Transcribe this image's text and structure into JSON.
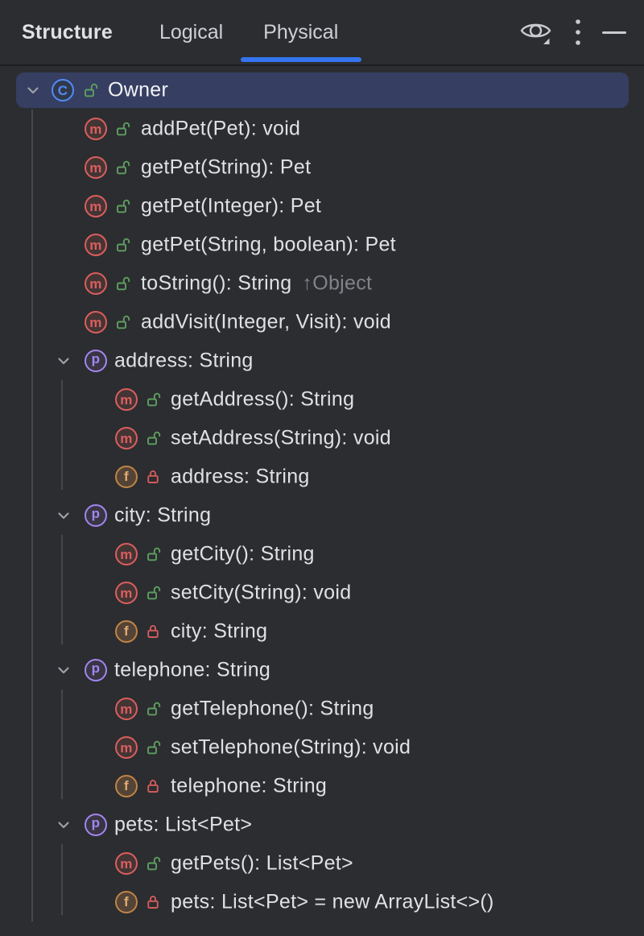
{
  "header": {
    "title": "Structure",
    "tabs": [
      {
        "label": "Logical",
        "active": false
      },
      {
        "label": "Physical",
        "active": true
      }
    ],
    "actions": [
      {
        "icon": "eye-preview"
      },
      {
        "icon": "more-vertical"
      },
      {
        "icon": "hide-minimize"
      }
    ]
  },
  "colors": {
    "background": "#2B2D30",
    "separator": "#1D1E20",
    "selection": "#363F62",
    "accent": "#3574F0",
    "text_primary": "#DFE1E5",
    "text_secondary": "#CED0D6",
    "text_muted": "#808389",
    "guide": "#46484C",
    "chevron": "#9DA0A8",
    "icon_stroke": "#C9CBD1",
    "class_icon": "#548AF7",
    "class_icon_bg": "#30394B",
    "method_icon": "#DB5E5E",
    "method_icon_bg": "#443535",
    "property_icon": "#A485F0",
    "property_icon_bg": "#373642",
    "field_icon": "#C08445",
    "field_icon_bg": "#534437",
    "field_letter": "#E2AC74",
    "public_lock": "#5F9E60",
    "private_lock": "#D35B5B"
  },
  "tree": {
    "rows": [
      {
        "kind": "class",
        "level": 0,
        "expandable": true,
        "selected": true,
        "icon": "C",
        "lock": "public",
        "label": "Owner"
      },
      {
        "kind": "method",
        "level": 1,
        "expandable": false,
        "selected": false,
        "icon": "m",
        "lock": "public",
        "label": "addPet(Pet): void"
      },
      {
        "kind": "method",
        "level": 1,
        "expandable": false,
        "selected": false,
        "icon": "m",
        "lock": "public",
        "label": "getPet(String): Pet"
      },
      {
        "kind": "method",
        "level": 1,
        "expandable": false,
        "selected": false,
        "icon": "m",
        "lock": "public",
        "label": "getPet(Integer): Pet"
      },
      {
        "kind": "method",
        "level": 1,
        "expandable": false,
        "selected": false,
        "icon": "m",
        "lock": "public",
        "label": "getPet(String, boolean): Pet"
      },
      {
        "kind": "method",
        "level": 1,
        "expandable": false,
        "selected": false,
        "icon": "m",
        "lock": "public",
        "label": "toString(): String",
        "suffix": "↑Object"
      },
      {
        "kind": "method",
        "level": 1,
        "expandable": false,
        "selected": false,
        "icon": "m",
        "lock": "public",
        "label": "addVisit(Integer, Visit): void"
      },
      {
        "kind": "property",
        "level": 1,
        "expandable": true,
        "selected": false,
        "icon": "p",
        "lock": null,
        "label": "address: String"
      },
      {
        "kind": "method",
        "level": 2,
        "expandable": false,
        "selected": false,
        "icon": "m",
        "lock": "public",
        "label": "getAddress(): String"
      },
      {
        "kind": "method",
        "level": 2,
        "expandable": false,
        "selected": false,
        "icon": "m",
        "lock": "public",
        "label": "setAddress(String): void"
      },
      {
        "kind": "field",
        "level": 2,
        "expandable": false,
        "selected": false,
        "icon": "f",
        "lock": "private",
        "label": "address: String"
      },
      {
        "kind": "property",
        "level": 1,
        "expandable": true,
        "selected": false,
        "icon": "p",
        "lock": null,
        "label": "city: String"
      },
      {
        "kind": "method",
        "level": 2,
        "expandable": false,
        "selected": false,
        "icon": "m",
        "lock": "public",
        "label": "getCity(): String"
      },
      {
        "kind": "method",
        "level": 2,
        "expandable": false,
        "selected": false,
        "icon": "m",
        "lock": "public",
        "label": "setCity(String): void"
      },
      {
        "kind": "field",
        "level": 2,
        "expandable": false,
        "selected": false,
        "icon": "f",
        "lock": "private",
        "label": "city: String"
      },
      {
        "kind": "property",
        "level": 1,
        "expandable": true,
        "selected": false,
        "icon": "p",
        "lock": null,
        "label": "telephone: String"
      },
      {
        "kind": "method",
        "level": 2,
        "expandable": false,
        "selected": false,
        "icon": "m",
        "lock": "public",
        "label": "getTelephone(): String"
      },
      {
        "kind": "method",
        "level": 2,
        "expandable": false,
        "selected": false,
        "icon": "m",
        "lock": "public",
        "label": "setTelephone(String): void"
      },
      {
        "kind": "field",
        "level": 2,
        "expandable": false,
        "selected": false,
        "icon": "f",
        "lock": "private",
        "label": "telephone: String"
      },
      {
        "kind": "property",
        "level": 1,
        "expandable": true,
        "selected": false,
        "icon": "p",
        "lock": null,
        "label": "pets: List<Pet>"
      },
      {
        "kind": "method",
        "level": 2,
        "expandable": false,
        "selected": false,
        "icon": "m",
        "lock": "public",
        "label": "getPets(): List<Pet>"
      },
      {
        "kind": "field",
        "level": 2,
        "expandable": false,
        "selected": false,
        "icon": "f",
        "lock": "private",
        "label": "pets: List<Pet> = new ArrayList<>()"
      }
    ]
  }
}
